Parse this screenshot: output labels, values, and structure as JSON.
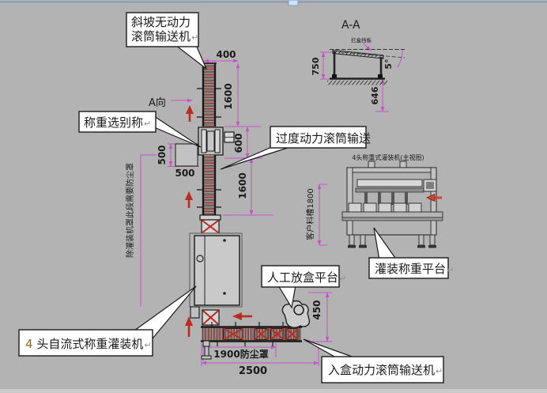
{
  "callouts": {
    "slope_conveyor": {
      "line1": "斜坡无动力",
      "line2": "滚筒输送机",
      "mark": "↵"
    },
    "weighing_selector": {
      "label": "称重选别称",
      "mark": "↵"
    },
    "transition_conveyor": {
      "label": "过度动力滚筒输送"
    },
    "manual_box_platform": {
      "label": "人工放盒平台",
      "mark": "↵"
    },
    "filling_weighing_platform": {
      "label": "灌装称重平台",
      "mark": "↵"
    },
    "gravity_filler": {
      "prefix": "4",
      "label": " 头自流式称重灌装机",
      "mark": "↵"
    },
    "box_infeed_conveyor": {
      "label": "入盒动力滚筒输送机",
      "mark": "↵"
    }
  },
  "labels": {
    "view_arrow": "A向",
    "section_title": "A-A",
    "baffle": "拦盒挡板",
    "front_view_title": "4头称重式灌装机(主视图)",
    "dust_cover_note": "除灌装机罩此段需要防尘罩",
    "customer_trough": "客户料槽1800"
  },
  "dimensions": {
    "top_width": "400",
    "upper_conveyor": "1600",
    "weigh_station": "600",
    "lower_conveyor": "1600",
    "buffer_box_h": "500",
    "buffer_box_w": "500",
    "drop_height": "450",
    "dust_cover": "1900防尘罩",
    "total_length": "2500",
    "section_height": "750",
    "section_offset": "646",
    "tilt_angle": "5°"
  },
  "colors": {
    "background": "#b3b3b3",
    "dimension_magenta": "#c653c6",
    "accent_red": "#bb2b20",
    "line_black": "#1a1a1a",
    "handle_blue": "#cfe2f3"
  }
}
